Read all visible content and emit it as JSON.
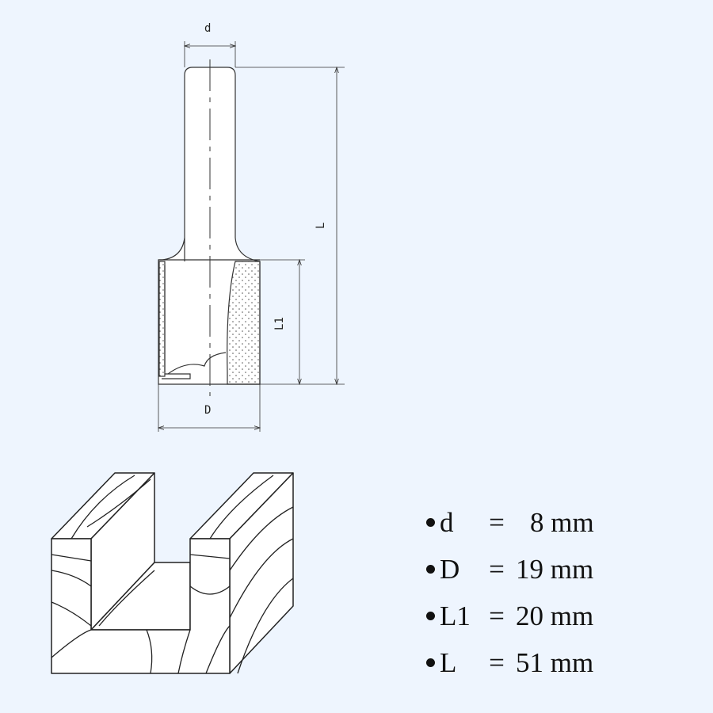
{
  "drawing": {
    "dim_d": "d",
    "dim_D": "D",
    "dim_L": "L",
    "dim_L1": "L1"
  },
  "specs": [
    {
      "label": "d",
      "eq": "=",
      "value": "8 mm"
    },
    {
      "label": "D",
      "eq": "=",
      "value": "19 mm"
    },
    {
      "label": "L1",
      "eq": "=",
      "value": "20 mm"
    },
    {
      "label": "L",
      "eq": "=",
      "value": "51 mm"
    }
  ],
  "colors": {
    "background": "#eef5fe",
    "line": "#333333"
  }
}
